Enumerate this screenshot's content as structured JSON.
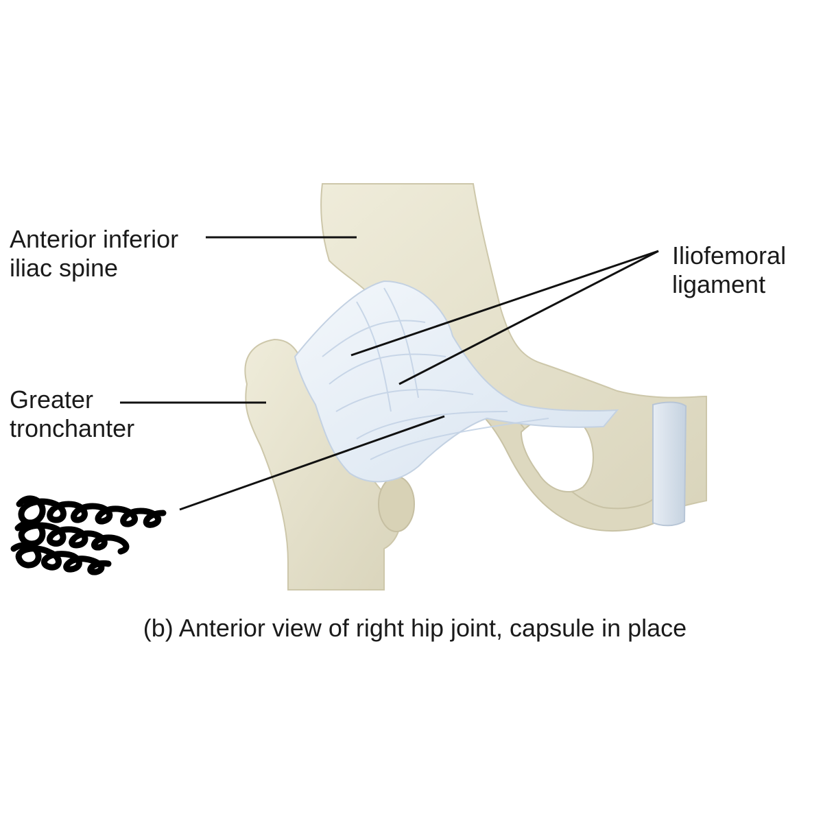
{
  "labels": {
    "anterior_inferior_iliac_spine": {
      "line1": "Anterior inferior",
      "line2": "iliac spine"
    },
    "iliofemoral_ligament": {
      "line1": "Iliofemoral",
      "line2": "ligament"
    },
    "greater_trochanter": {
      "line1": "Greater",
      "line2": "tronchanter"
    }
  },
  "caption": "(b) Anterior view of right hip joint, capsule in place",
  "colors": {
    "bone": "#e8e4cf",
    "bone_shadow": "#cfc9ad",
    "ligament": "#e6eef7",
    "ligament_shadow": "#c9d7e8",
    "cartilage": "#d4dde8",
    "leader_line": "#111111",
    "scribble": "#000000"
  }
}
